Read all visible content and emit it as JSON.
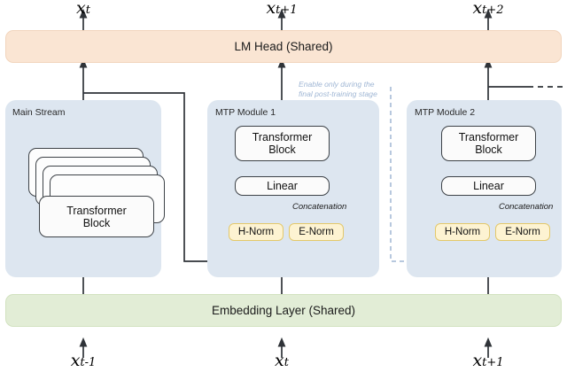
{
  "diagram": {
    "title_tokens": {
      "out_left": "x",
      "out_left_sub": "t",
      "out_mid": "x",
      "out_mid_sub": "t+1",
      "out_right": "x",
      "out_right_sub": "t+2"
    },
    "input_tokens": {
      "in_left": "x",
      "in_left_sub": "t-1",
      "in_mid": "x",
      "in_mid_sub": "t",
      "in_right": "x",
      "in_right_sub": "t+1"
    },
    "lm_head": {
      "label": "LM Head (Shared)"
    },
    "embedding": {
      "label": "Embedding Layer (Shared)"
    },
    "main_stream": {
      "panel_label": "Main Stream",
      "block_line1": "Transformer",
      "block_line2": "Block",
      "stack_count": 5
    },
    "mtp_module_1": {
      "panel_label": "MTP Module 1",
      "transformer_line1": "Transformer",
      "transformer_line2": "Block",
      "linear": "Linear",
      "concat_caption": "Concatenation",
      "h_norm": "H-Norm",
      "e_norm": "E-Norm"
    },
    "mtp_module_2": {
      "panel_label": "MTP Module 2",
      "transformer_line1": "Transformer",
      "transformer_line2": "Block",
      "linear": "Linear",
      "concat_caption": "Concatenation",
      "h_norm": "H-Norm",
      "e_norm": "E-Norm"
    },
    "annotation": {
      "line1": "Enable only during the",
      "line2": "final post-training stage"
    },
    "colors": {
      "lm_head_fill": "#fae5d3",
      "embedding_fill": "#e2edd6",
      "panel_fill": "#dde6f0",
      "norm_fill": "#fdf3d2",
      "norm_stroke": "#e3c86a",
      "node_stroke": "#3d4247",
      "wire": "#2f3338",
      "annotation_blue": "#9fb6d4"
    }
  }
}
